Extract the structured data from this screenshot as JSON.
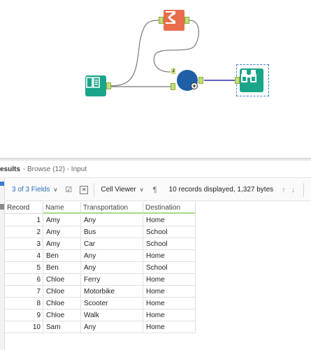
{
  "canvas": {
    "join_anchor_label": "J",
    "join_plus_label": "+",
    "icons": {
      "input": "book-icon",
      "summarize": "sigma-icon",
      "join": "join-circle-icon",
      "browse": "binoculars-icon"
    },
    "colors": {
      "input": "#1aa58a",
      "summarize": "#e86d4c",
      "join": "#1f5fa5",
      "browse": "#1aa58a",
      "anchor": "#c0e070",
      "wire": "#2b2baa"
    }
  },
  "results": {
    "title_main": "esults",
    "title_sub": "- Browse (12) - Input"
  },
  "toolbar": {
    "fields_label": "3 of 3 Fields",
    "cell_viewer_label": "Cell Viewer",
    "records_text": "10 records displayed, 1,327 bytes"
  },
  "table": {
    "headers": [
      "Record",
      "Name",
      "Transportation",
      "Destination"
    ],
    "rows": [
      {
        "record": "1",
        "name": "Amy",
        "transportation": "Any",
        "destination": "Home"
      },
      {
        "record": "2",
        "name": "Amy",
        "transportation": "Bus",
        "destination": "School"
      },
      {
        "record": "3",
        "name": "Amy",
        "transportation": "Car",
        "destination": "School"
      },
      {
        "record": "4",
        "name": "Ben",
        "transportation": "Any",
        "destination": "Home"
      },
      {
        "record": "5",
        "name": "Ben",
        "transportation": "Any",
        "destination": "School"
      },
      {
        "record": "6",
        "name": "Chloe",
        "transportation": "Ferry",
        "destination": "Home"
      },
      {
        "record": "7",
        "name": "Chloe",
        "transportation": "Motorbike",
        "destination": "Home"
      },
      {
        "record": "8",
        "name": "Chloe",
        "transportation": "Scooter",
        "destination": "Home"
      },
      {
        "record": "9",
        "name": "Chloe",
        "transportation": "Walk",
        "destination": "Home"
      },
      {
        "record": "10",
        "name": "Sam",
        "transportation": "Any",
        "destination": "Home"
      }
    ]
  }
}
